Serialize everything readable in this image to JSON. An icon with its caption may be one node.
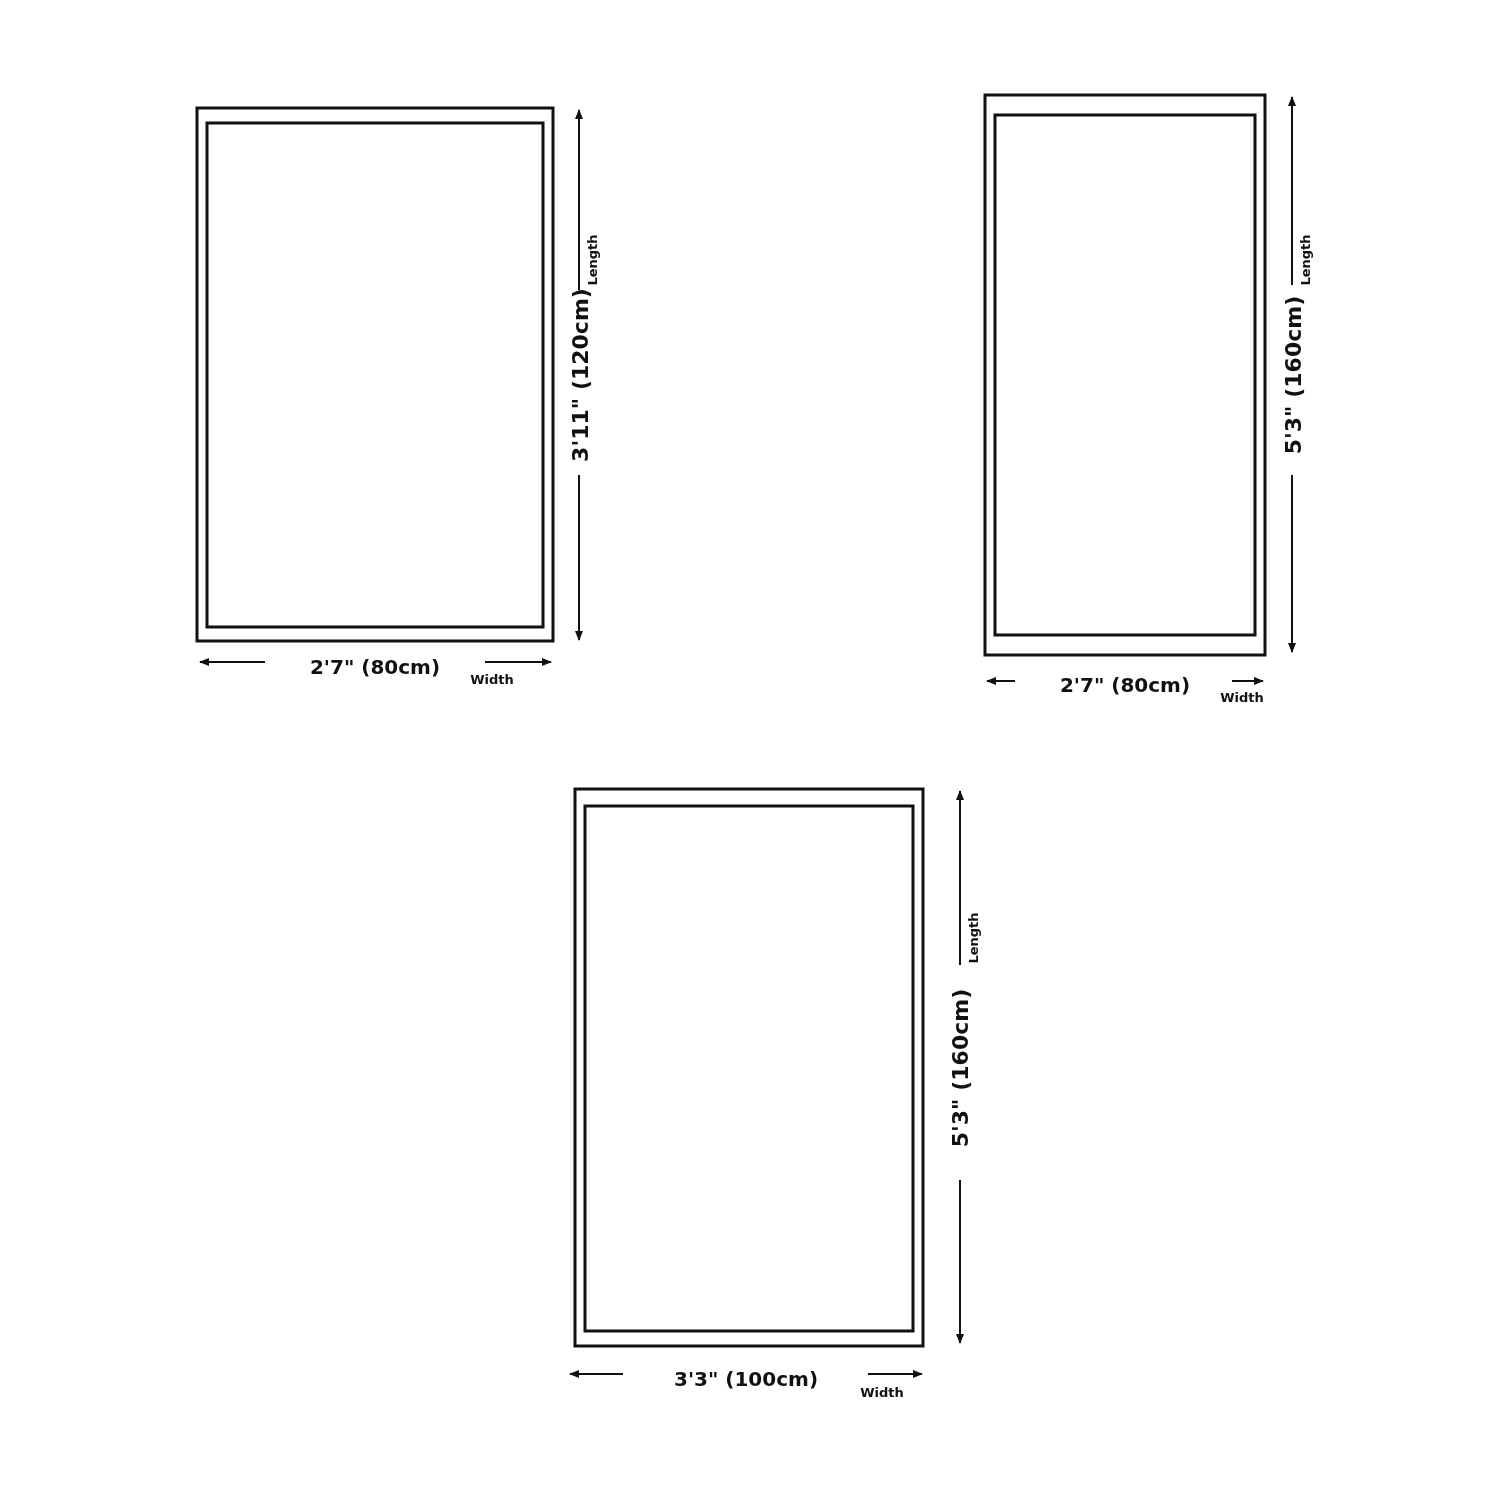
{
  "diagram": {
    "labels": [
      "Length",
      "3'11\" (120cm)",
      "2'7\" (80cm)",
      "Width",
      "Length",
      "5'3\" (160cm)",
      "2'7\" (80cm)",
      "Width",
      "Length",
      "5'3\" (160cm)",
      "3'3\" (100cm)",
      "Width"
    ]
  }
}
